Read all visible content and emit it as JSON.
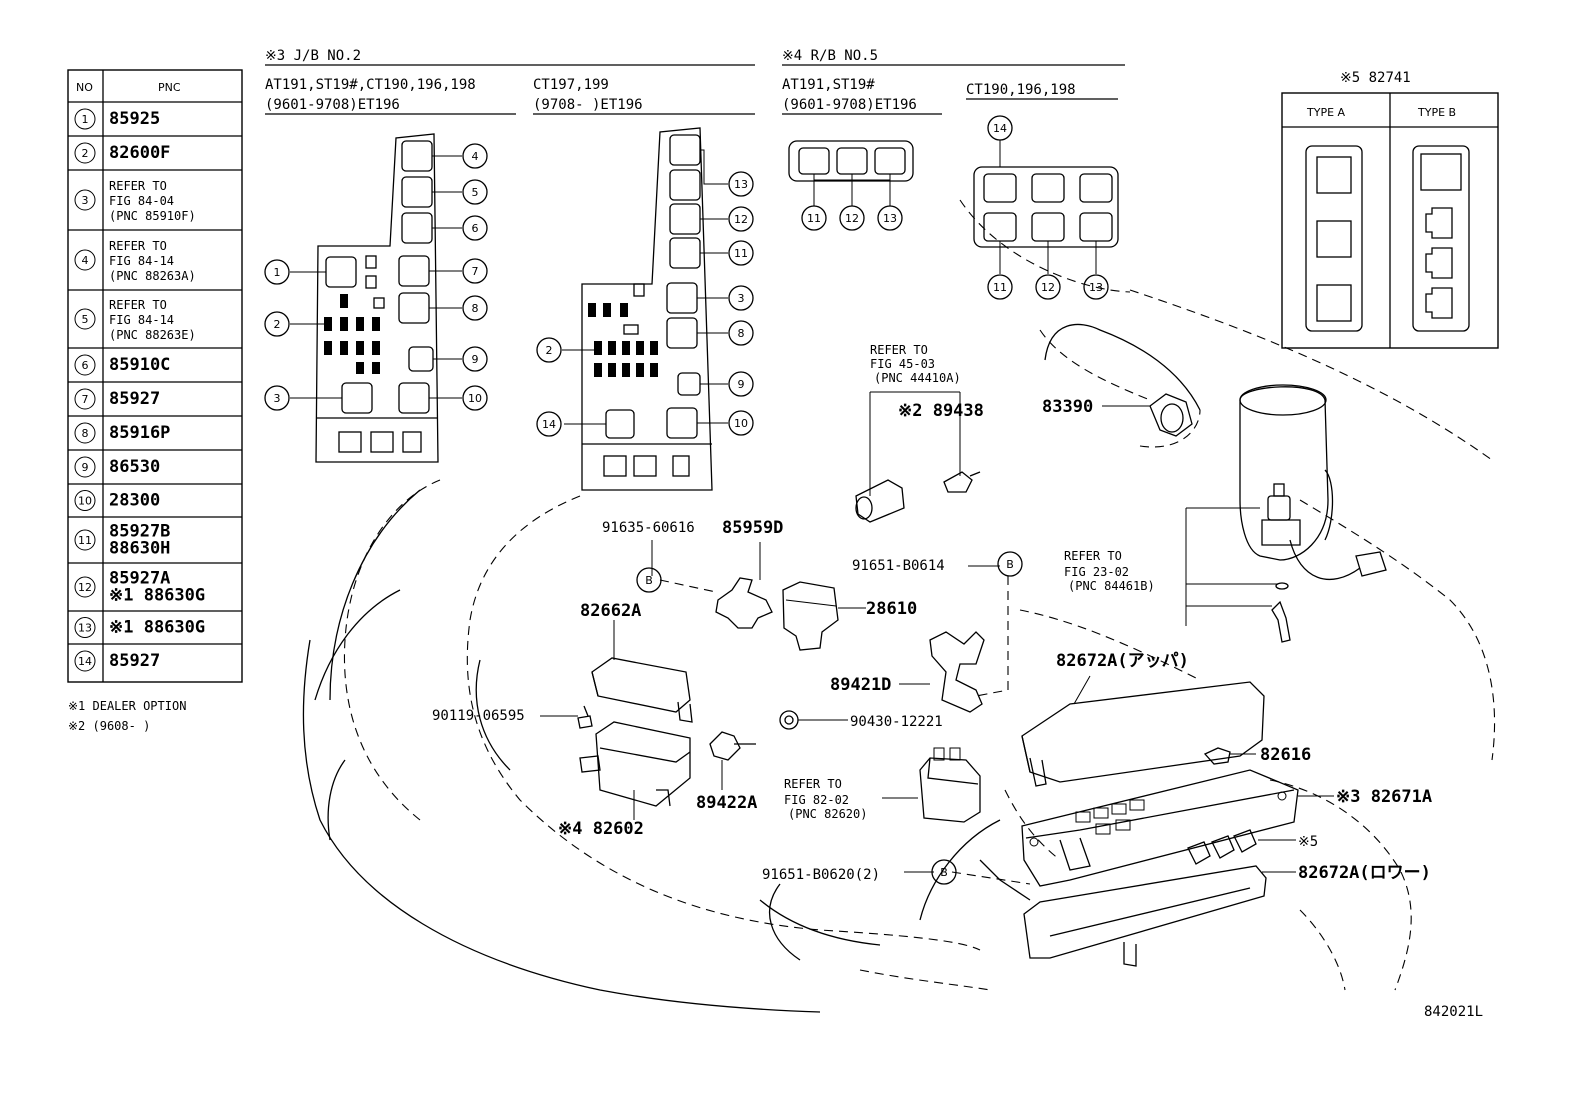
{
  "table": {
    "header_no": "NO",
    "header_pnc": "PNC",
    "rows": [
      {
        "no": "1",
        "lines": [
          "85925"
        ]
      },
      {
        "no": "2",
        "lines": [
          "82600F"
        ]
      },
      {
        "no": "3",
        "lines": [
          "REFER TO",
          "FIG 84-04",
          "(PNC 85910F)"
        ]
      },
      {
        "no": "4",
        "lines": [
          "REFER TO",
          "FIG 84-14",
          "(PNC 88263A)"
        ]
      },
      {
        "no": "5",
        "lines": [
          "REFER TO",
          "FIG 84-14",
          "(PNC 88263E)"
        ]
      },
      {
        "no": "6",
        "lines": [
          "85910C"
        ]
      },
      {
        "no": "7",
        "lines": [
          "85927"
        ]
      },
      {
        "no": "8",
        "lines": [
          "85916P"
        ]
      },
      {
        "no": "9",
        "lines": [
          "86530"
        ]
      },
      {
        "no": "10",
        "lines": [
          "28300"
        ]
      },
      {
        "no": "11",
        "lines": [
          "85927B",
          "88630H"
        ]
      },
      {
        "no": "12",
        "lines": [
          "85927A",
          "※1 88630G"
        ]
      },
      {
        "no": "13",
        "lines": [
          "※1 88630G"
        ]
      },
      {
        "no": "14",
        "lines": [
          "85927"
        ]
      }
    ]
  },
  "notes": {
    "note1": "※1 DEALER OPTION",
    "note2": "※2 (9608-      )"
  },
  "sections": {
    "jb2_title": "※3 J/B NO.2",
    "jb2_left_line1": "AT191,ST19#,CT190,196,198",
    "jb2_left_line2": "(9601-9708)ET196",
    "jb2_right_line1": "CT197,199",
    "jb2_right_line2": "(9708-     )ET196",
    "rb5_title": "※4 R/B NO.5",
    "rb5_left_line1": "AT191,ST19#",
    "rb5_left_line2": "(9601-9708)ET196",
    "rb5_right_line1": "CT190,196,198",
    "relay_title": "※5 82741",
    "type_a": "TYPE A",
    "type_b": "TYPE B"
  },
  "callouts": {
    "c1": "1",
    "c2": "2",
    "c3": "3",
    "c4": "4",
    "c5": "5",
    "c6": "6",
    "c7": "7",
    "c8": "8",
    "c9": "9",
    "c10": "10",
    "c11": "11",
    "c12": "12",
    "c13": "13",
    "c14": "14",
    "b": "B"
  },
  "parts": {
    "p91635": "91635-60616",
    "p85959d": "85959D",
    "p28610": "28610",
    "p82662a": "82662A",
    "p90119": "90119-06595",
    "p82602": "※4 82602",
    "p89422a": "89422A",
    "p90430": "90430-12221",
    "p91651_0614": "91651-B0614",
    "p89421d": "89421D",
    "p89438": "※2 89438",
    "p83390": "83390",
    "p82672a_upper": "82672A(アッパ)",
    "p82616": "82616",
    "p82671a": "※3 82671A",
    "p5": "※5",
    "p82672a_lower": "82672A(ロワー)",
    "p91651_0620": "91651-B0620(2)"
  },
  "refers": {
    "r4503_1": "REFER TO",
    "r4503_2": "FIG 45-03",
    "r4503_3": "(PNC 44410A)",
    "r2302_1": "REFER TO",
    "r2302_2": "FIG 23-02",
    "r2302_3": "(PNC 84461B)",
    "r8202_1": "REFER TO",
    "r8202_2": "FIG 82-02",
    "r8202_3": "(PNC 82620)"
  },
  "figure_code": "842021L"
}
